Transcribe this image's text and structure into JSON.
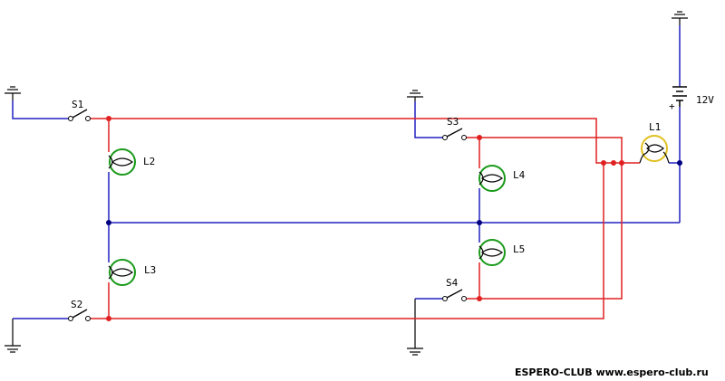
{
  "labels": {
    "s1": "S1",
    "s2": "S2",
    "s3": "S3",
    "s4": "S4",
    "l1": "L1",
    "l2": "L2",
    "l3": "L3",
    "l4": "L4",
    "l5": "L5",
    "battery": "12V",
    "battery_plus": "+"
  },
  "watermark": "ESPERO-CLUB www.espero-club.ru",
  "colors": {
    "positive_wire": "#e02020",
    "negative_wire": "#2020c0",
    "lamp_green": "#1a9a1a",
    "lamp_yellow": "#e0c020",
    "junction_red": "#e02020",
    "junction_blue": "#000080"
  }
}
